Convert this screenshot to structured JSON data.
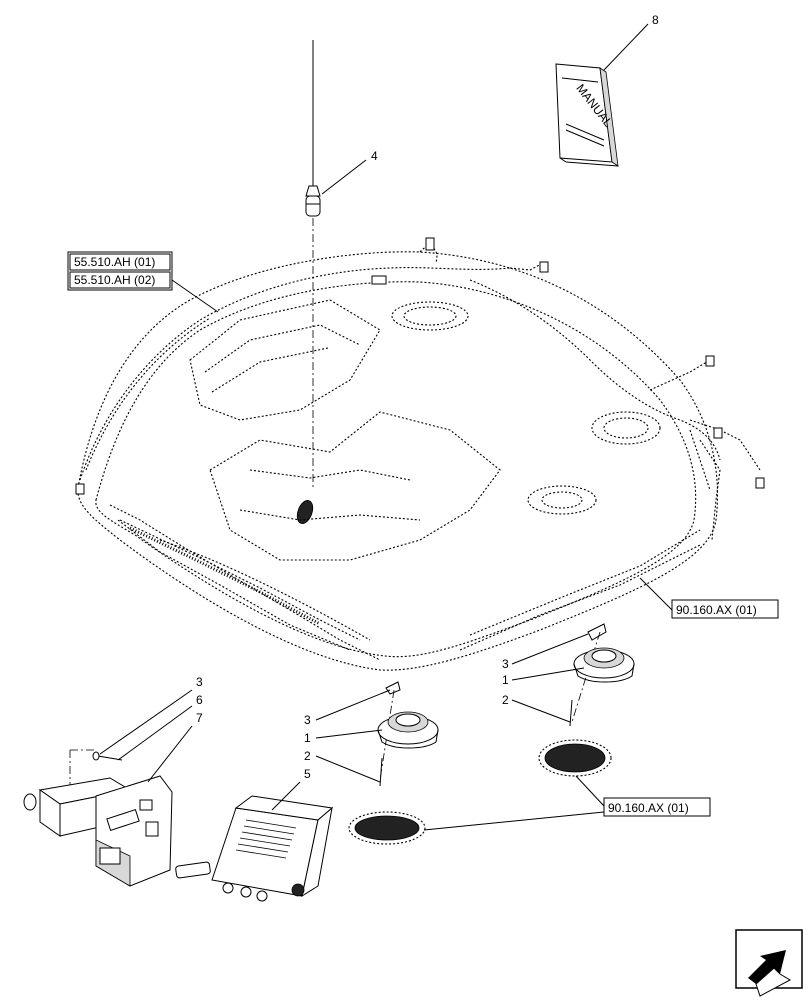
{
  "callouts": {
    "c1_upper": "1",
    "c1_lower": "1",
    "c2_upper": "2",
    "c2_lower": "2",
    "c3_upper": "3",
    "c3_lower": "3",
    "c3_left": "3",
    "c4": "4",
    "c5": "5",
    "c6": "6",
    "c7": "7",
    "c8": "8"
  },
  "references": {
    "harness_ref_1": "55.510.AH (01)",
    "harness_ref_2": "55.510.AH (02)",
    "roof_ref": "90.160.AX (01)",
    "speaker_ref": "90.160.AX (01)"
  },
  "manual_cover_text": "MANUAL",
  "icons": {
    "navigation": "arrow-icon"
  }
}
